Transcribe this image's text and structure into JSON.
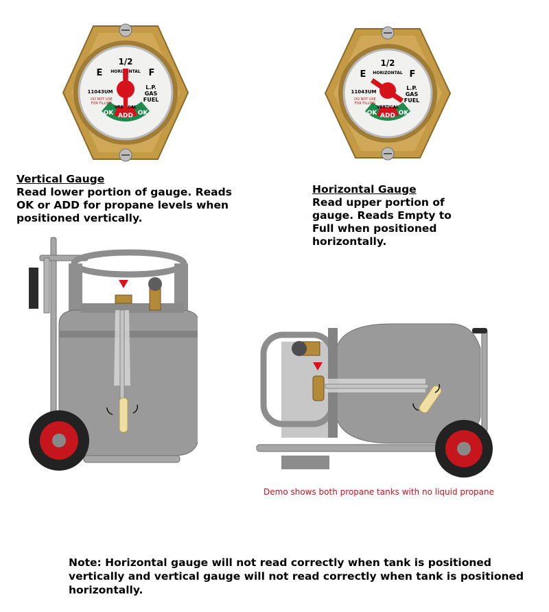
{
  "vertical_caption": {
    "heading": "Vertical Gauge",
    "lines": [
      "Read lower portion of gauge. Reads",
      "OK or ADD for propane levels when",
      "positioned vertically."
    ]
  },
  "horizontal_caption": {
    "heading": "Horizontal Gauge",
    "lines": [
      "Read upper portion of",
      "gauge. Reads Empty to",
      "Full when positioned",
      "horizontally."
    ]
  },
  "vertical_gauge_face": {
    "half": "1/2",
    "empty": "E",
    "full": "F",
    "orientation_top": "HORIZONTAL",
    "orientation_bottom": "VERTICAL",
    "model": "11043UM",
    "warning_1": "DO NOT USE",
    "warning_2": "FOR FILLING",
    "fuel_1": "L.P.",
    "fuel_2": "GAS",
    "fuel_3": "FUEL",
    "ok_left": "OK",
    "add": "ADD",
    "ok_right": "OK"
  },
  "horizontal_gauge_face": {
    "half": "1/2",
    "empty": "E",
    "full": "F",
    "orientation_top": "HORIZONTAL",
    "orientation_bottom": "VERTICAL",
    "model": "11043UM",
    "warning_1": "DO NOT USE",
    "warning_2": "FOR FILLING",
    "fuel_1": "L.P.",
    "fuel_2": "GAS",
    "fuel_3": "FUEL",
    "ok_left": "OK",
    "add": "ADD",
    "ok_right": "OK"
  },
  "demo_note": "Demo shows both propane tanks with no liquid propane",
  "bottom_note": {
    "lines": [
      "Note: Horizontal gauge will not read correctly when tank is positioned",
      "vertically and vertical gauge will not read correctly when tank is positioned",
      "horizontally."
    ]
  },
  "colors": {
    "brass": "#c59a45",
    "tank_gray": "#9a9a9a",
    "wheel_red": "#c4161c",
    "needle_red": "#d6121b",
    "scale_green": "#1f8a4c",
    "note_red": "#c0141c"
  }
}
